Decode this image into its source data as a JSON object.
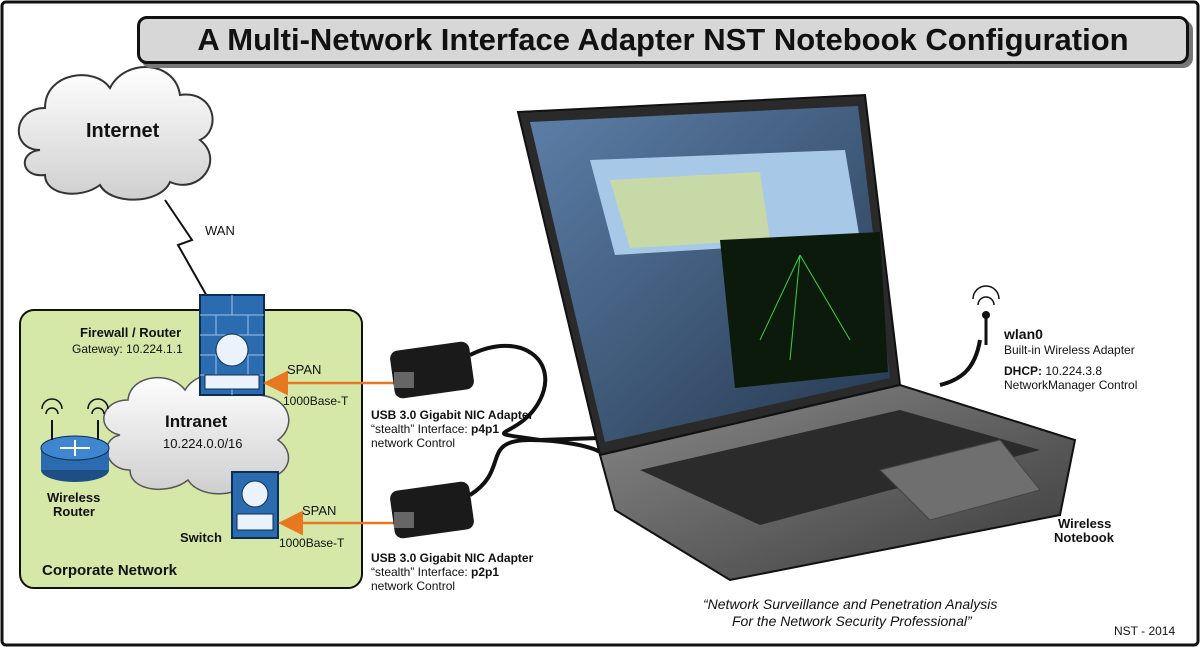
{
  "title": "A Multi-Network Interface Adapter NST Notebook Configuration",
  "internet": "Internet",
  "wan": "WAN",
  "firewall": {
    "name": "Firewall / Router",
    "gateway": "Gateway: 10.224.1.1"
  },
  "intranet": {
    "name": "Intranet",
    "subnet": "10.224.0.0/16"
  },
  "wireless_router": {
    "line1": "Wireless",
    "line2": "Router"
  },
  "switch": "Switch",
  "corporate_network": "Corporate Network",
  "span_top": {
    "label": "SPAN",
    "speed": "1000Base-T"
  },
  "span_bottom": {
    "label": "SPAN",
    "speed": "1000Base-T"
  },
  "adapter_top": {
    "name": "USB 3.0 Gigabit NIC Adapter",
    "iface_prefix": "“stealth” Interface: ",
    "iface": "p4p1",
    "control": "network Control"
  },
  "adapter_bottom": {
    "name": "USB 3.0 Gigabit NIC Adapter",
    "iface_prefix": "“stealth” Interface: ",
    "iface": "p2p1",
    "control": "network Control"
  },
  "wlan": {
    "name": "wlan0",
    "desc": "Built-in Wireless Adapter",
    "dhcp_label": "DHCP:",
    "dhcp_value": " 10.224.3.8",
    "control": "NetworkManager Control"
  },
  "notebook": {
    "line1": "Wireless",
    "line2": "Notebook"
  },
  "quote": {
    "line1": "“Network Surveillance and Penetration Analysis",
    "line2": "For the Network Security Professional”"
  },
  "footer": "NST - 2014",
  "colors": {
    "corporate_bg": "#d6e8a8",
    "device_blue": "#2b6cb0",
    "arrow": "#e87722",
    "title_bg": "#d7d7d7"
  }
}
